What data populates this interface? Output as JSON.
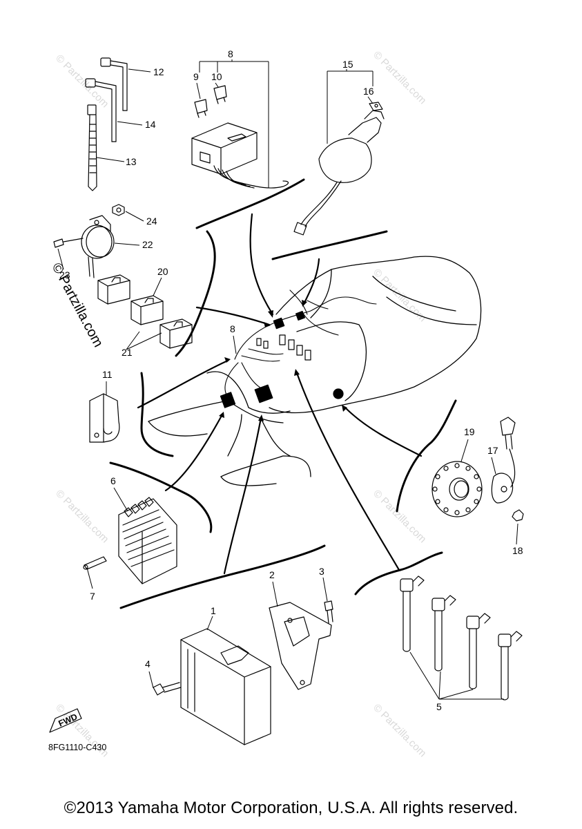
{
  "callouts": {
    "c1": "1",
    "c2": "2",
    "c3": "3",
    "c4": "4",
    "c5": "5",
    "c6": "6",
    "c7": "7",
    "c8a": "8",
    "c8b": "8",
    "c9": "9",
    "c10": "10",
    "c11": "11",
    "c12": "12",
    "c13": "13",
    "c14": "14",
    "c15": "15",
    "c16": "16",
    "c17": "17",
    "c18": "18",
    "c19": "19",
    "c20": "20",
    "c21": "21",
    "c22": "22",
    "c23": "23",
    "c24": "24"
  },
  "fwd_label": "FWD",
  "diagram_code": "8FG1110-C430",
  "side_watermark": "© Partzilla.com",
  "watermark": "© Partzilla.com",
  "copyright": "©2013 Yamaha Motor Corporation, U.S.A. All rights reserved."
}
